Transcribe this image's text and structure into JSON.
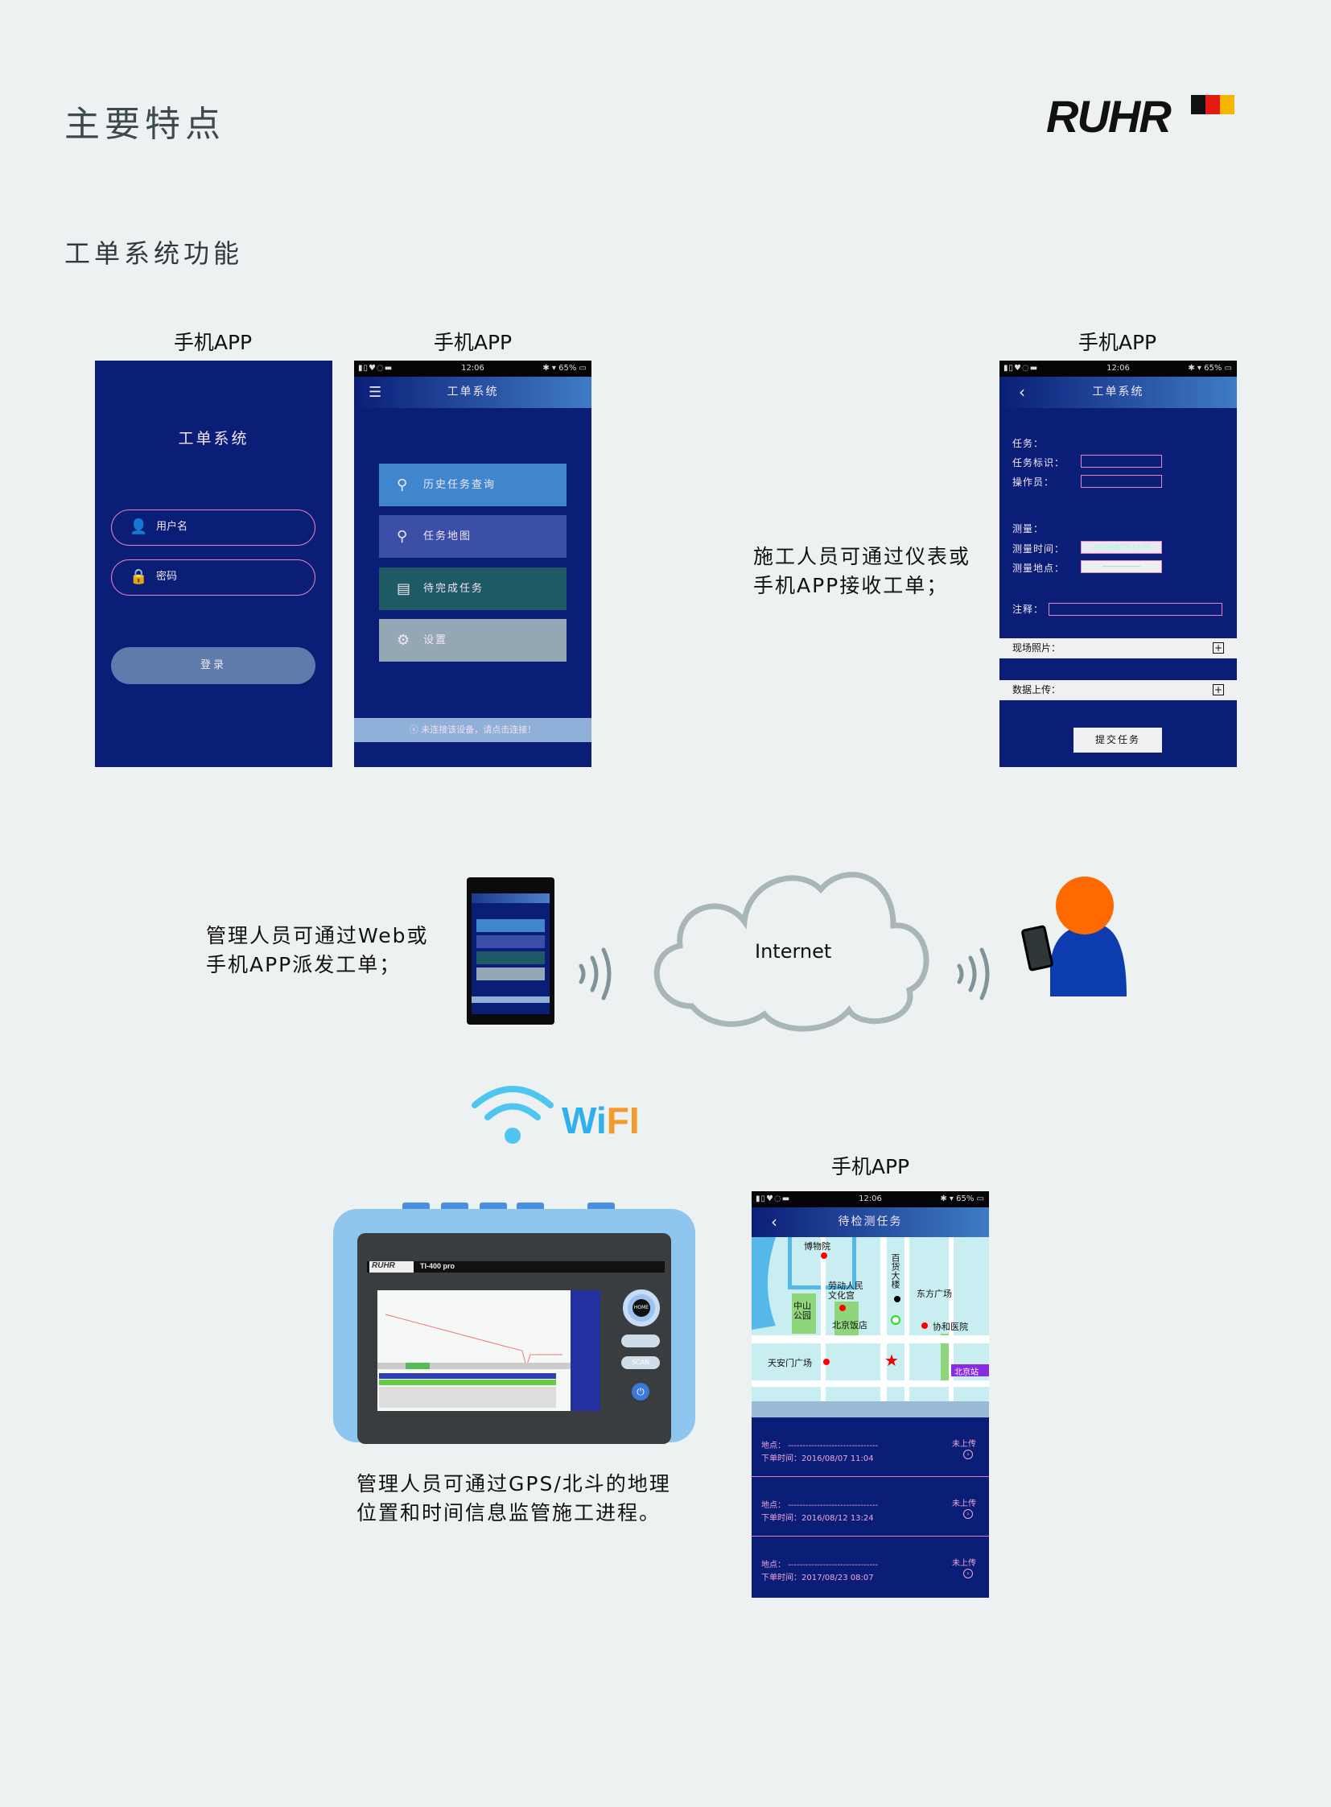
{
  "header": {
    "title": "主要特点",
    "logo_text": "RUHR",
    "logo_colors": [
      "#111111",
      "#e41b13",
      "#f7b500"
    ]
  },
  "section_title": "工单系统功能",
  "phone_label": "手机APP",
  "status": {
    "time": "12:06",
    "battery": "65%"
  },
  "login_screen": {
    "title": "工单系统",
    "username_placeholder": "用户名",
    "password_placeholder": "密码",
    "login_button": "登录"
  },
  "menu_screen": {
    "title": "工单系统",
    "items": [
      {
        "label": "历史任务查询",
        "icon": "search-icon",
        "color": "#3f86cf"
      },
      {
        "label": "任务地图",
        "icon": "map-pin-icon",
        "color": "#3b4ea8"
      },
      {
        "label": "待完成任务",
        "icon": "document-icon",
        "color": "#1e5a63"
      },
      {
        "label": "设置",
        "icon": "gear-icon",
        "color": "#93a7b5"
      }
    ],
    "footer": "未连接该设备，请点击连接！"
  },
  "form_screen": {
    "title": "工单系统",
    "task_label": "任务：",
    "task_id_label": "任务标识：",
    "operator_label": "操作员：",
    "measure_label": "测量：",
    "measure_time_label": "测量时间：",
    "measure_time_value": "2016/08/13 13:29",
    "measure_place_label": "测量地点：",
    "measure_place_value": "——————",
    "note_label": "注释：",
    "photos_label": "现场照片：",
    "upload_label": "数据上传：",
    "submit_button": "提交任务"
  },
  "caption_receive": [
    "施工人员可通过仪表或",
    "手机APP接收工单；"
  ],
  "caption_dispatch": [
    "管理人员可通过Web或",
    "手机APP派发工单；"
  ],
  "cloud_label": "Internet",
  "wifi_label": {
    "wi": "Wi",
    "fi": "FI"
  },
  "device": {
    "brand": "RUHR",
    "model": "TI-400 pro",
    "home_button": "HOME",
    "scan_button": "SCAN"
  },
  "caption_gps": [
    "管理人员可通过GPS/北斗的地理",
    "位置和时间信息监管施工进程。"
  ],
  "task_screen": {
    "title": "待检测任务",
    "map_labels": [
      "博物院",
      "百货大楼",
      "劳动人民文化宫",
      "东方广场",
      "中山公园",
      "北京饭店",
      "协和医院",
      "天安门广场",
      "北京站"
    ],
    "tasks": [
      {
        "place_label": "地点：",
        "place": "-------------------------------",
        "time_label": "下单时间：",
        "time": "2016/08/07 11:04",
        "status": "未上传"
      },
      {
        "place_label": "地点：",
        "place": "-------------------------------",
        "time_label": "下单时间：",
        "time": "2016/08/12 13:24",
        "status": "未上传"
      },
      {
        "place_label": "地点：",
        "place": "-------------------------------",
        "time_label": "下单时间：",
        "time": "2017/08/23 08:07",
        "status": "未上传"
      }
    ]
  }
}
